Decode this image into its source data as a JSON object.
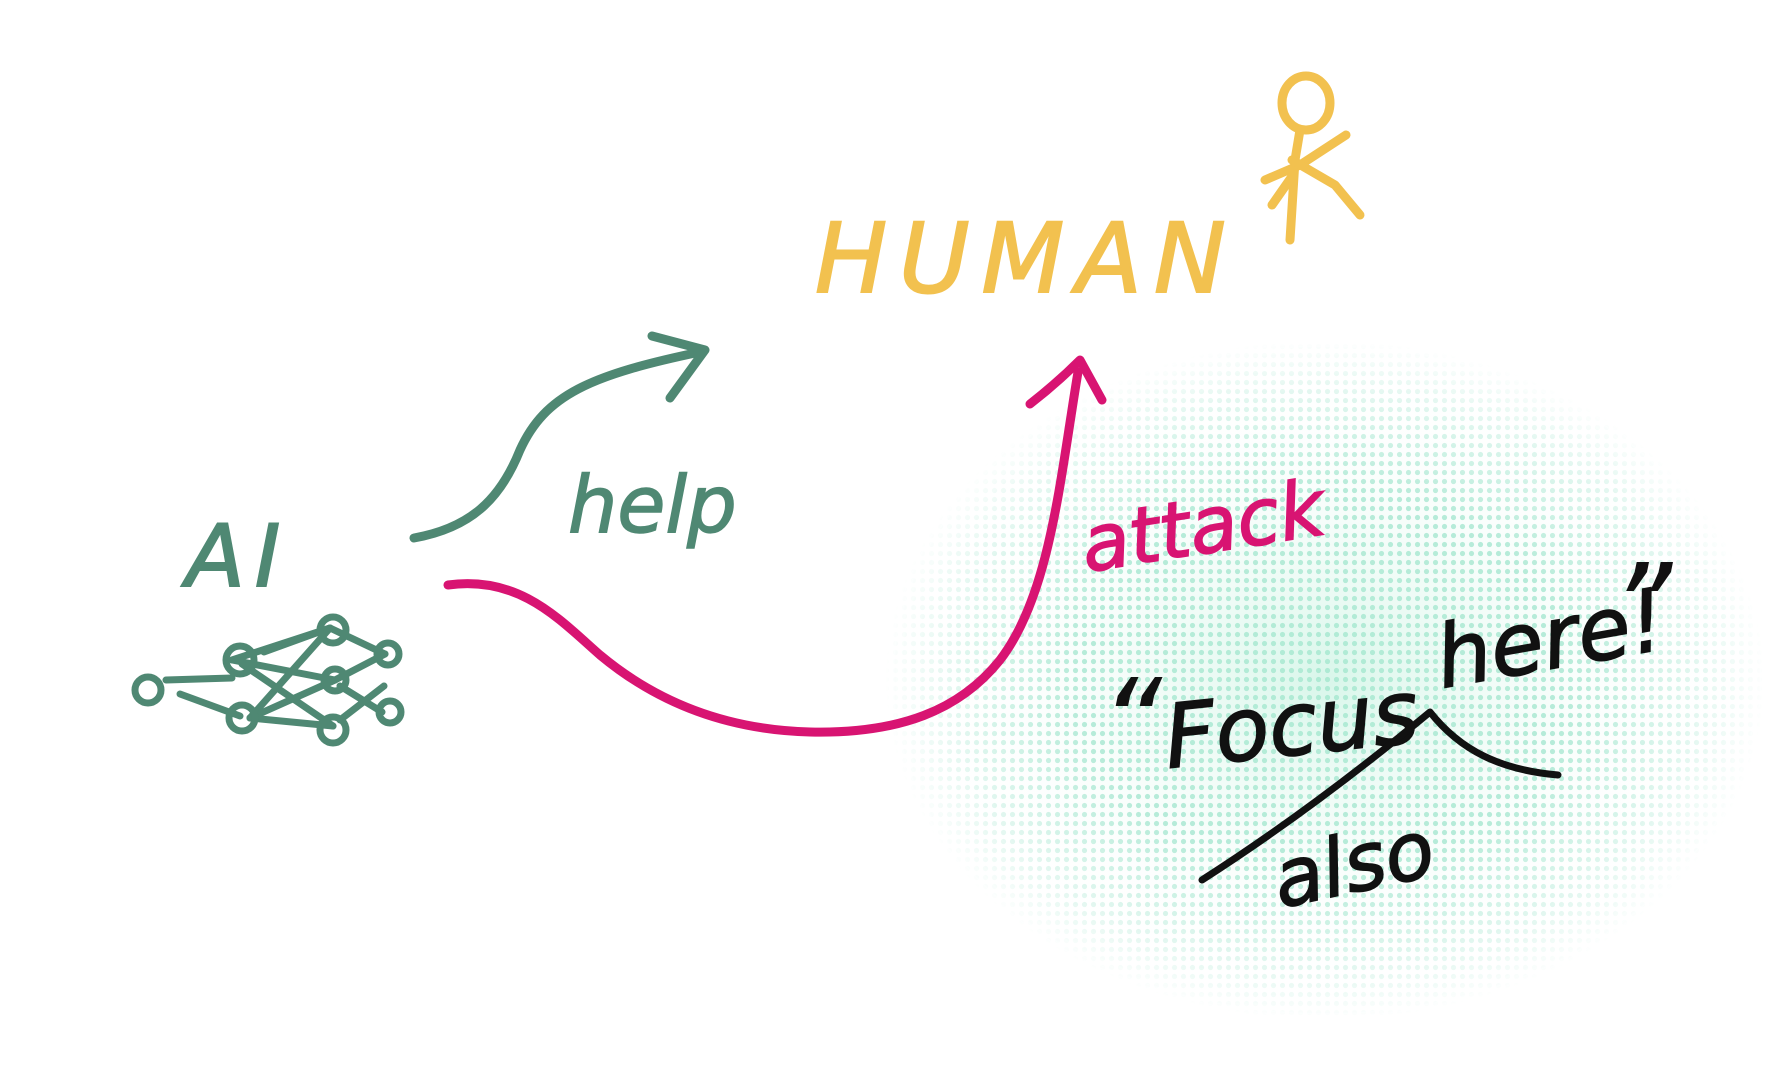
{
  "labels": {
    "ai": "AI",
    "human": "HUMAN",
    "help": "help",
    "attack": "attack",
    "open_quote": "“",
    "focus": "Focus",
    "here": "here!",
    "close_quote": "”",
    "also": "also"
  },
  "colors": {
    "ai_green": "#4f8873",
    "human_yellow": "#f2c14f",
    "attack_magenta": "#d81472",
    "ink_black": "#111111",
    "glow_mint": "#7fdcbc",
    "background": "#ffffff"
  },
  "icons": {
    "ai": "neural-network-icon",
    "human": "stick-figure-icon"
  }
}
